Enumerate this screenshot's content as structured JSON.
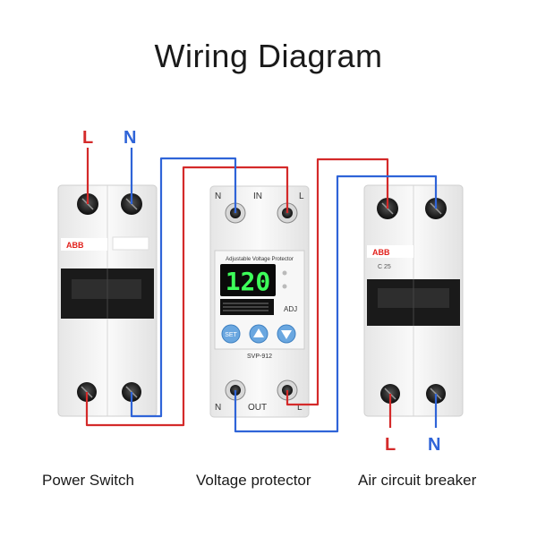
{
  "title": "Wiring Diagram",
  "colors": {
    "live": "#d42a2a",
    "neutral": "#2f64d8",
    "device_body": "#f1f1f1",
    "device_edge": "#c9c9c9",
    "display_bg": "#0a0a0a",
    "display_digits": "#3dff5a",
    "button_blue": "#6aa7e0",
    "abb_red": "#e2211c"
  },
  "power_switch": {
    "caption": "Power Switch",
    "top_labels": {
      "live": "L",
      "neutral": "N"
    },
    "brand": "ABB"
  },
  "voltage_protector": {
    "caption": "Voltage protector",
    "top_terminals": {
      "left": "N",
      "center": "IN",
      "right": "L"
    },
    "bottom_terminals": {
      "left": "N",
      "center": "OUT",
      "right": "L"
    },
    "panel_title": "Adjustable Voltage Protector",
    "display_value": "120",
    "adj_label": "ADJ",
    "set_button": "SET",
    "model": "SVP-912"
  },
  "air_circuit_breaker": {
    "caption": "Air circuit breaker",
    "bottom_labels": {
      "live": "L",
      "neutral": "N"
    },
    "brand": "ABB",
    "rating": "C 25"
  }
}
